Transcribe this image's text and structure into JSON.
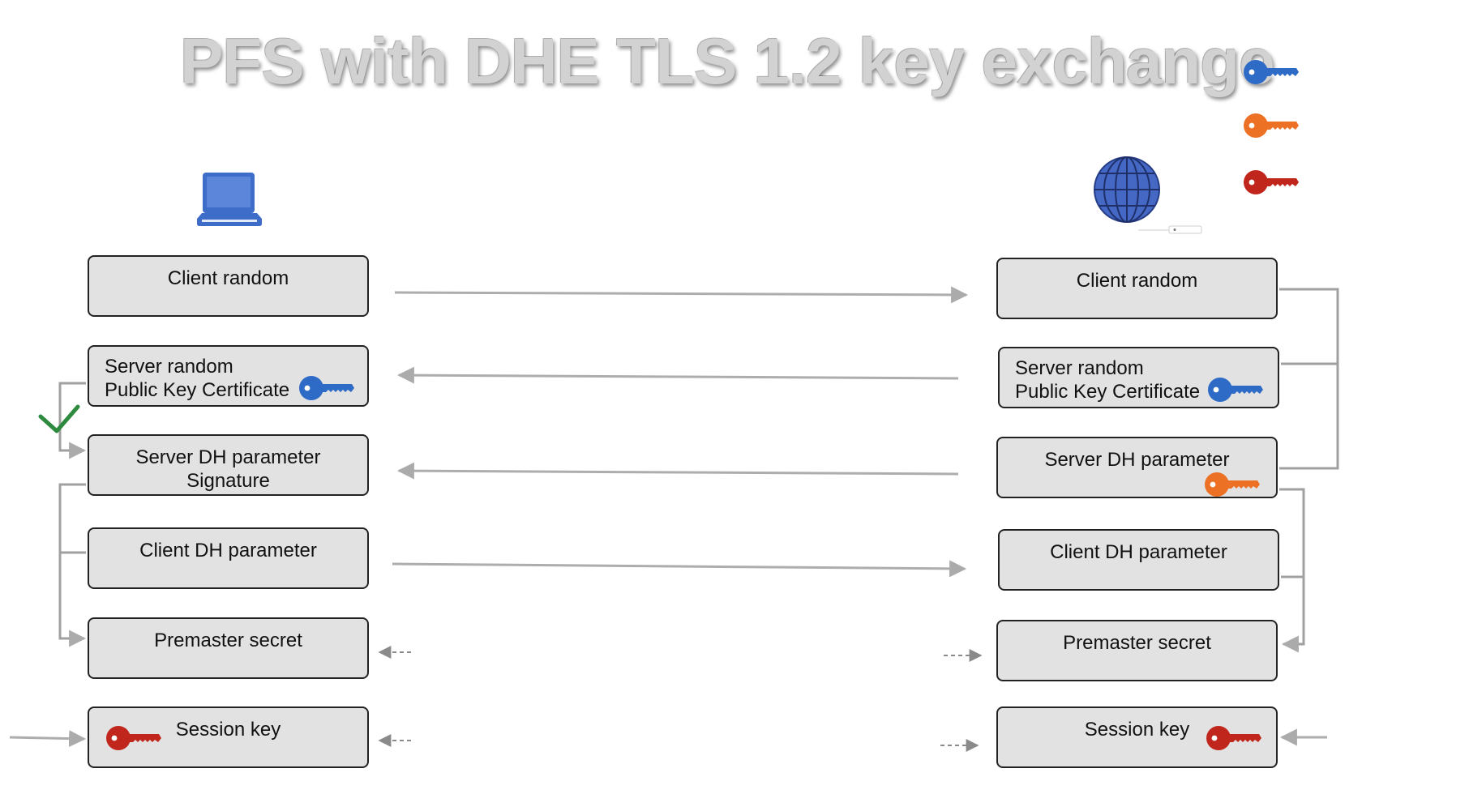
{
  "title": "PFS with DHE TLS 1.2 key exchange",
  "colors": {
    "blue_key": "#2e6bc6",
    "orange_key": "#ed7125",
    "red_key": "#c1261c",
    "box_fill": "#e2e2e2",
    "check": "#2d8a3e"
  },
  "legend_keys": [
    "blue-key-icon",
    "orange-key-icon",
    "red-key-icon"
  ],
  "client": {
    "icon": "laptop-icon",
    "steps": [
      {
        "lines": [
          "Client random"
        ]
      },
      {
        "lines": [
          "Server random",
          "Public Key Certificate"
        ],
        "key": "blue-key-icon"
      },
      {
        "lines": [
          "Server DH parameter",
          "Signature"
        ]
      },
      {
        "lines": [
          "Client DH parameter"
        ]
      },
      {
        "lines": [
          "Premaster secret"
        ]
      },
      {
        "lines": [
          "Session key"
        ],
        "key": "red-key-icon"
      }
    ]
  },
  "server": {
    "icon": "globe-server-icon",
    "steps": [
      {
        "lines": [
          "Client random"
        ]
      },
      {
        "lines": [
          "Server random",
          "Public Key Certificate"
        ],
        "key": "blue-key-icon"
      },
      {
        "lines": [
          "Server DH parameter"
        ],
        "key": "orange-key-icon"
      },
      {
        "lines": [
          "Client DH parameter"
        ]
      },
      {
        "lines": [
          "Premaster secret"
        ]
      },
      {
        "lines": [
          "Session key"
        ],
        "key": "red-key-icon"
      }
    ]
  },
  "verification_icon": "checkmark-icon"
}
